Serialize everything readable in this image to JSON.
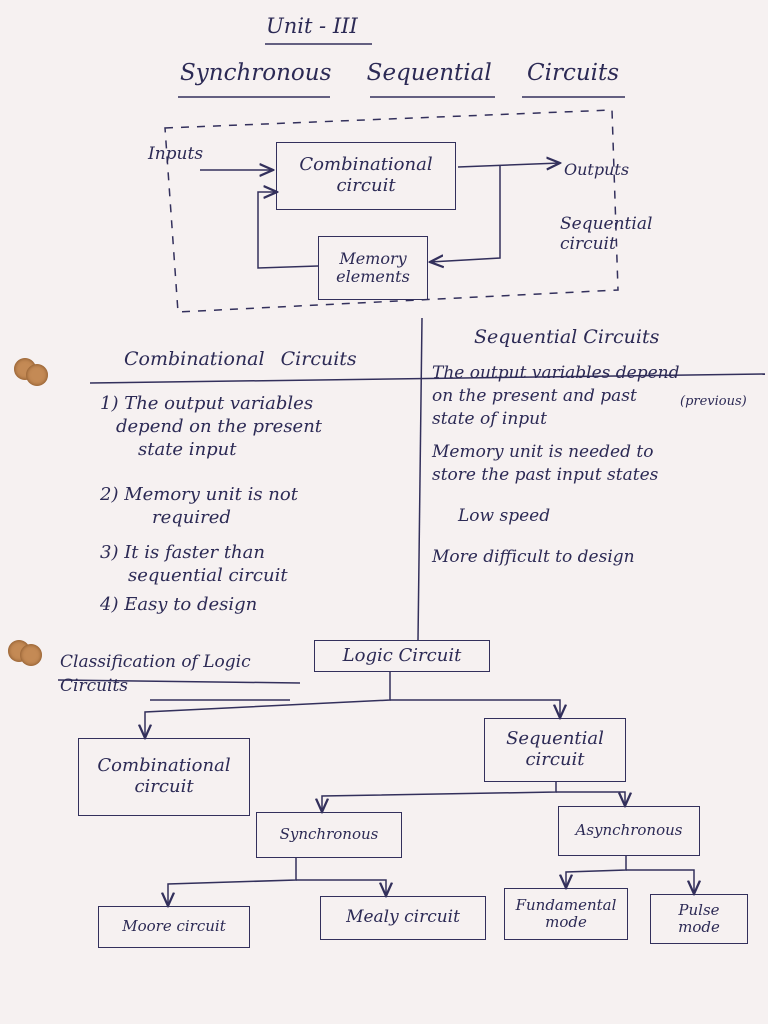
{
  "header": {
    "unit": "Unit - III",
    "title": "Synchronous Sequential Circuits"
  },
  "block_diagram": {
    "inputs_label": "Inputs",
    "combinational_box": "Combinational circuit",
    "outputs_label": "Outputs",
    "memory_box": "Memory elements",
    "sequential_label": "Sequential circuit"
  },
  "comparison": {
    "left_heading": "Combinational Circuits",
    "right_heading": "Sequential Circuits",
    "left_items": [
      [
        "1) The output variables",
        "depend on the present",
        "state input"
      ],
      [
        "2) Memory unit is not",
        "required"
      ],
      [
        "3) It is faster than",
        "sequential circuit"
      ],
      [
        "4) Easy to design"
      ]
    ],
    "right_items": [
      [
        "The output variables depend",
        "on the present and past",
        "state of input"
      ],
      [
        "Memory unit is needed to",
        "store the past input states"
      ],
      [
        "Low speed"
      ],
      [
        "More difficult to design"
      ]
    ],
    "right_note": "(previous)"
  },
  "classification": {
    "heading": "Classification of Logic Circuits",
    "root": "Logic Circuit",
    "combinational": "Combinational circuit",
    "sequential": "Sequential circuit",
    "synchronous": "Synchronous",
    "asynchronous": "Asynchronous",
    "moore": "Moore circuit",
    "mealy": "Mealy circuit",
    "fundamental": "Fundamental mode",
    "pulse": "Pulse mode"
  }
}
